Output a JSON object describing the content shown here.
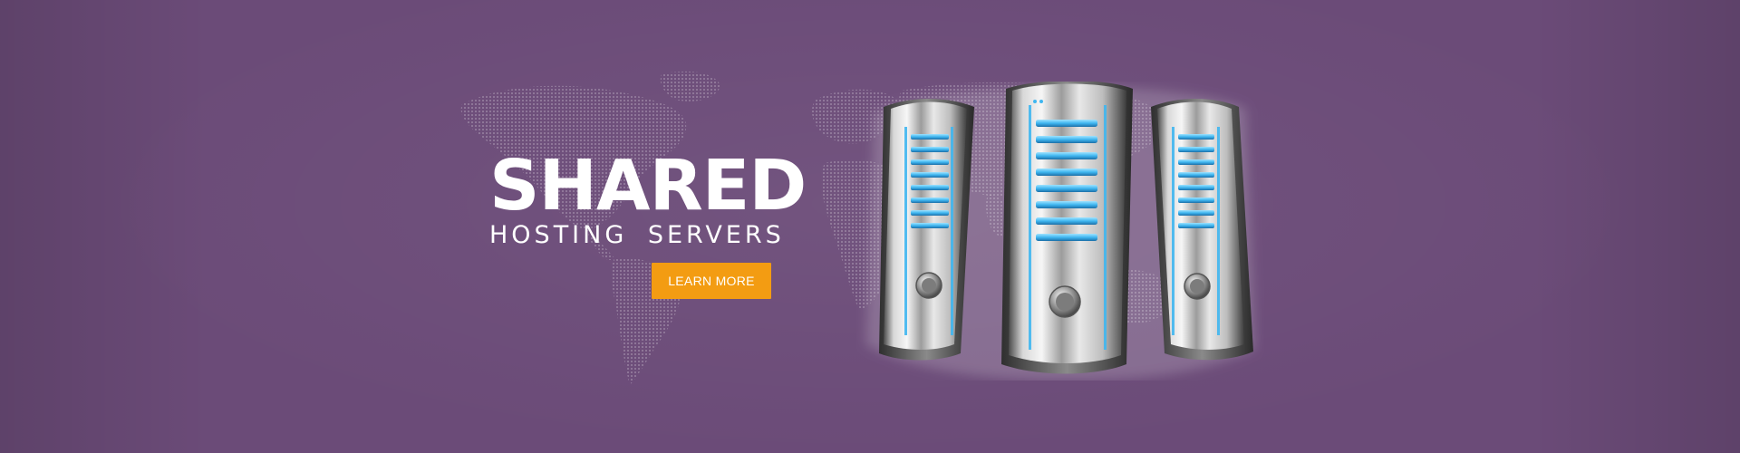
{
  "hero": {
    "headline": "SHARED",
    "subline": "HOSTING  SERVERS",
    "cta_label": "LEARN MORE"
  },
  "colors": {
    "background": "#6b4b78",
    "cta_background": "#f39c12",
    "text": "#ffffff",
    "server_led": "#3fb6f0"
  },
  "graphics": {
    "background_art": "dotted-world-map",
    "product_image": "three-server-towers"
  }
}
